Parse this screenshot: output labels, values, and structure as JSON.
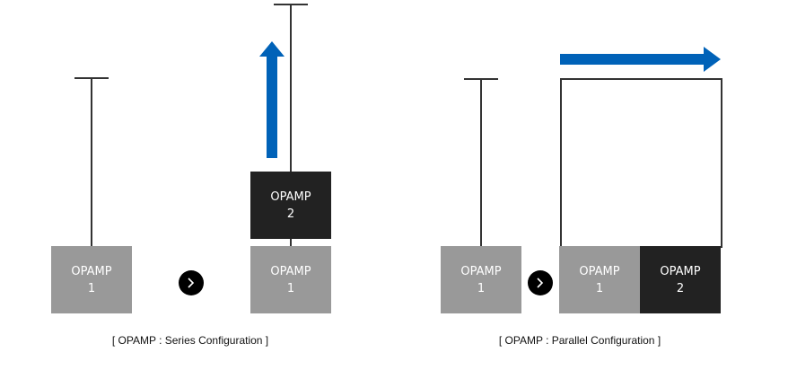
{
  "series": {
    "caption": "[ OPAMP : Series Configuration ]",
    "before": {
      "opamp1": {
        "name": "OPAMP",
        "num": "1"
      }
    },
    "after": {
      "opamp1": {
        "name": "OPAMP",
        "num": "1"
      },
      "opamp2": {
        "name": "OPAMP",
        "num": "2"
      }
    },
    "arrow_direction": "up"
  },
  "parallel": {
    "caption": "[ OPAMP : Parallel Configuration ]",
    "before": {
      "opamp1": {
        "name": "OPAMP",
        "num": "1"
      }
    },
    "after": {
      "opamp1": {
        "name": "OPAMP",
        "num": "1"
      },
      "opamp2": {
        "name": "OPAMP",
        "num": "2"
      }
    },
    "arrow_direction": "right"
  },
  "step_icon": "chevron-right-icon",
  "colors": {
    "arrow": "#0062B8",
    "opamp1": "#999999",
    "opamp2": "#222222",
    "line": "#333333"
  }
}
